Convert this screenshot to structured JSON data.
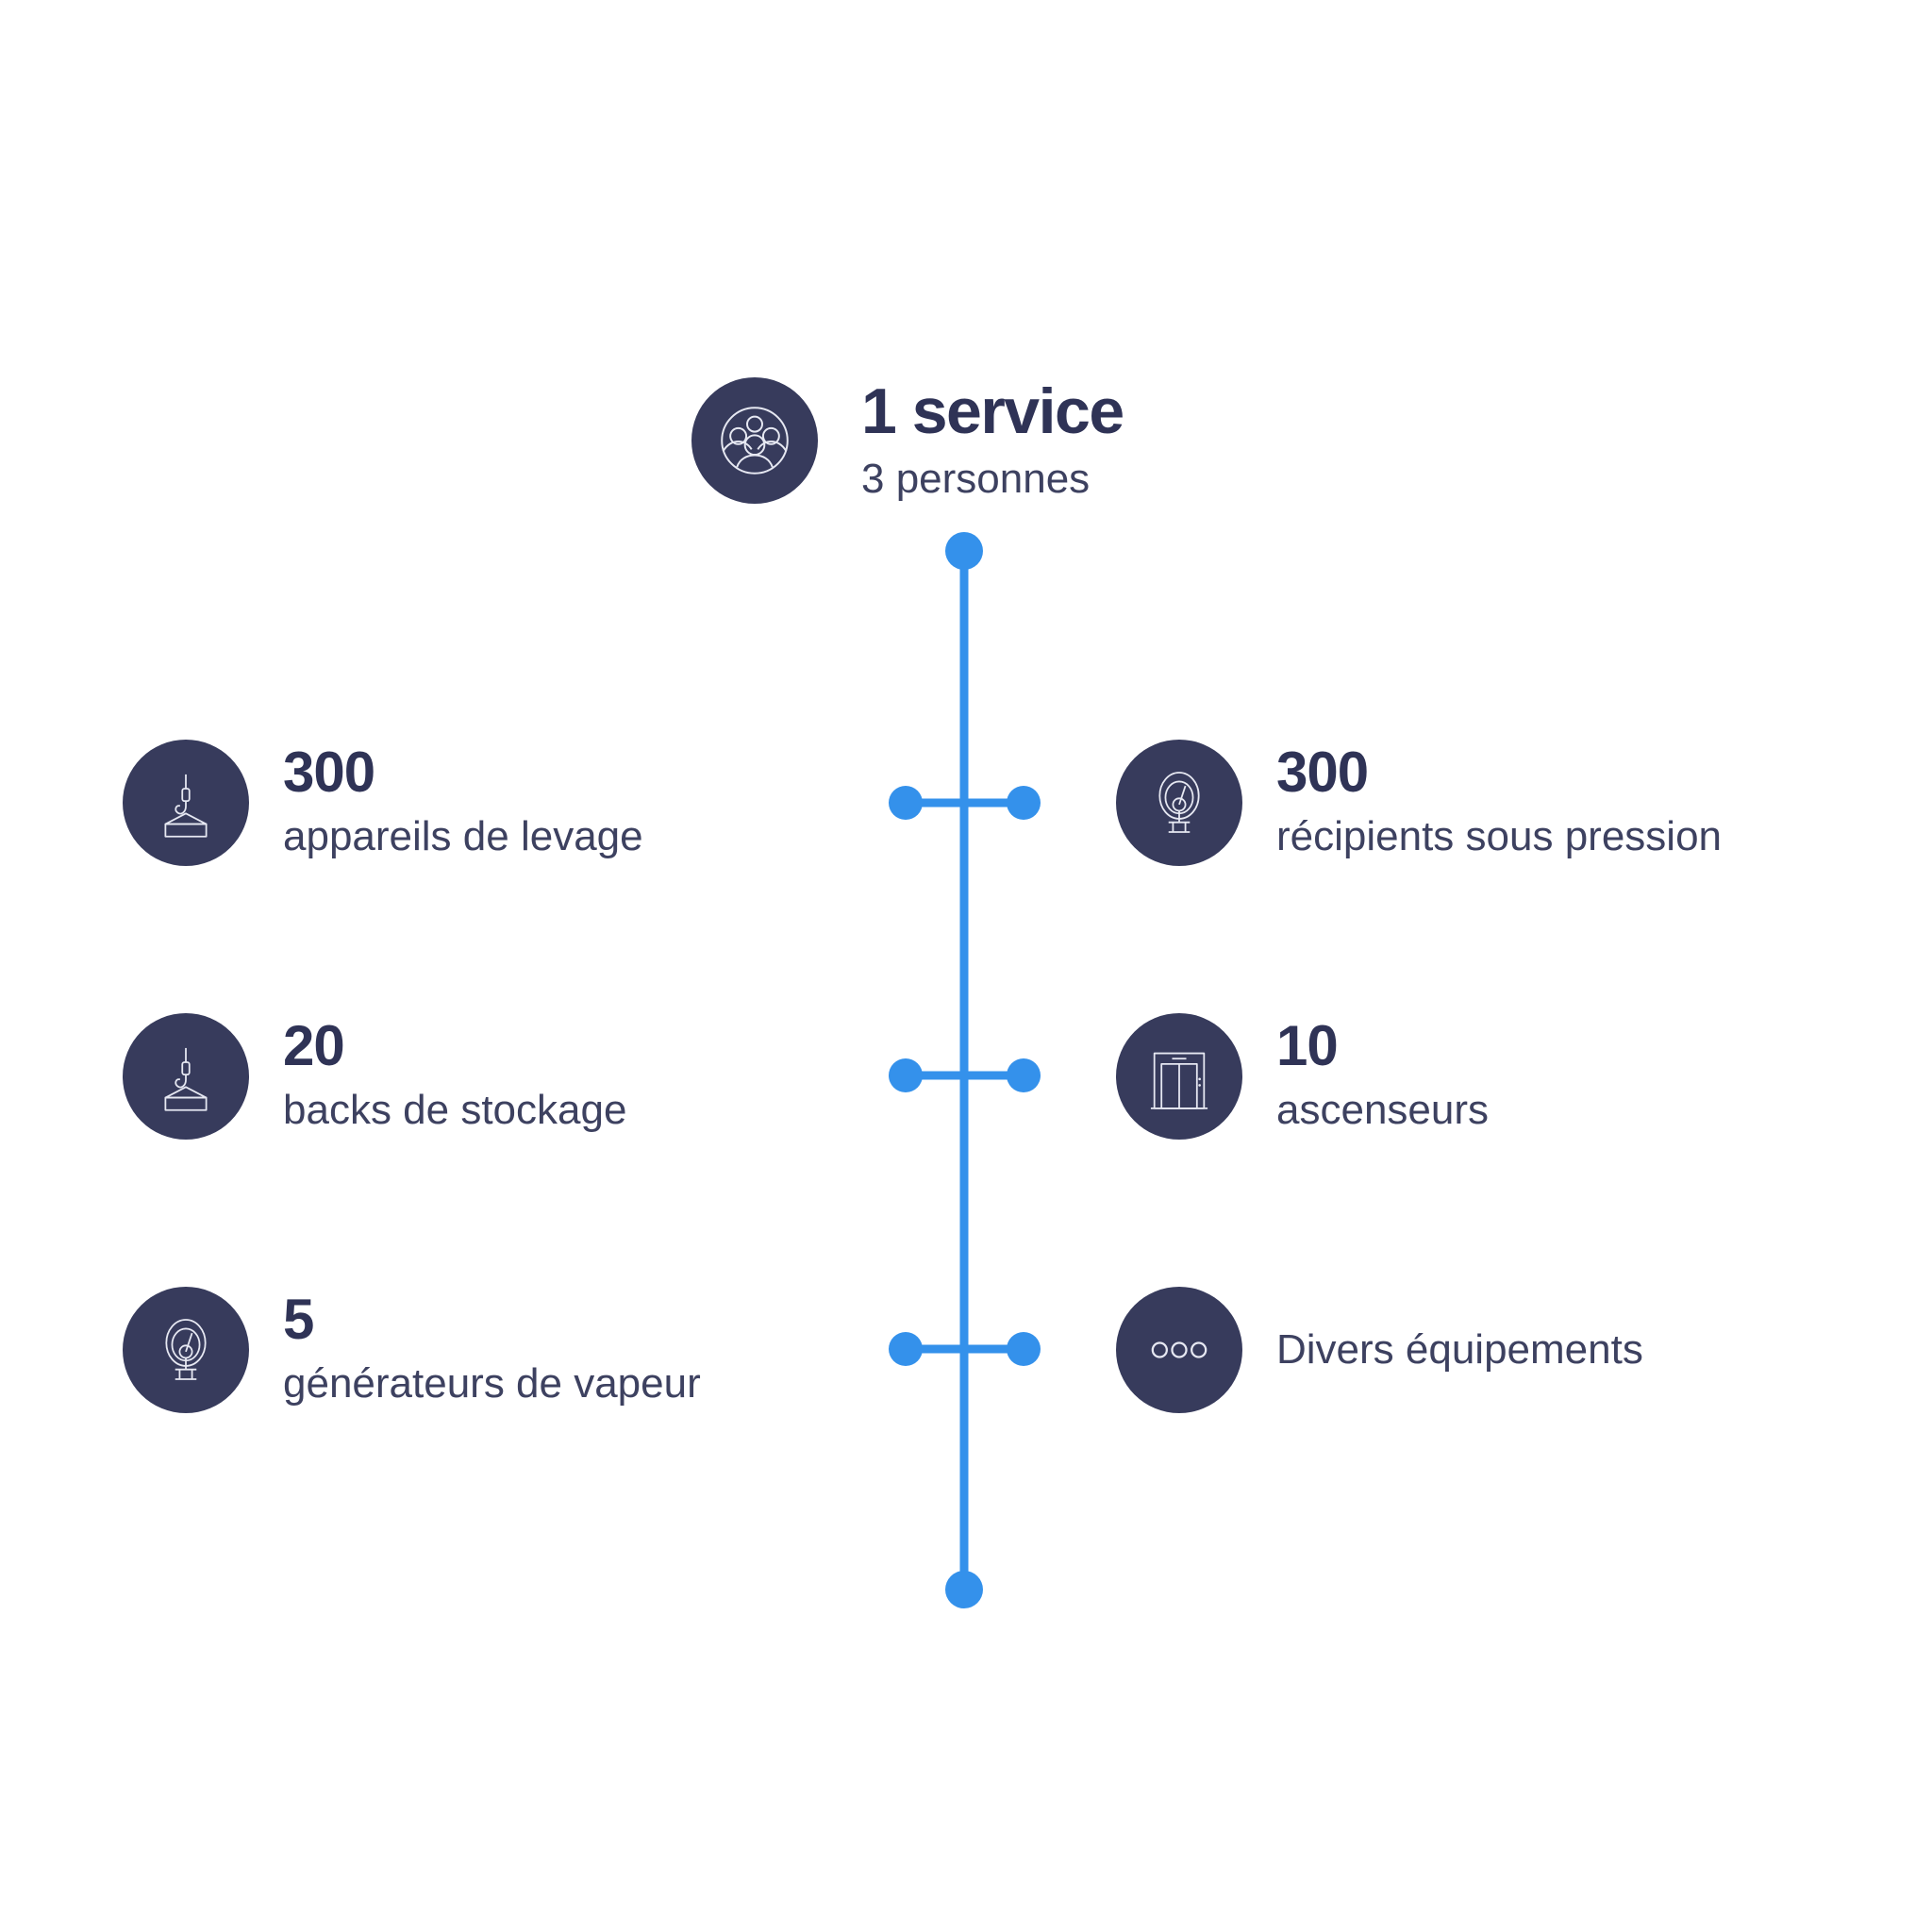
{
  "colors": {
    "background": "#ffffff",
    "navy": "#373b5c",
    "accent_blue": "#3491eb",
    "text_dark": "#2f3356"
  },
  "header": {
    "icon": "people-group-icon",
    "title": "1 service",
    "subtitle": "3 personnes"
  },
  "timeline": {
    "orientation": "vertical",
    "line_color": "#3491eb",
    "top_dot": true,
    "bottom_dot": true,
    "branch_count": 3
  },
  "left_column": [
    {
      "icon": "lifting-hook-icon",
      "number": "300",
      "label": "appareils de levage"
    },
    {
      "icon": "lifting-hook-icon",
      "number": "20",
      "label": "backs de stockage"
    },
    {
      "icon": "pressure-gauge-icon",
      "number": "5",
      "label": "générateurs de vapeur"
    }
  ],
  "right_column": [
    {
      "icon": "pressure-gauge-icon",
      "number": "300",
      "label": "récipients sous pression"
    },
    {
      "icon": "elevator-icon",
      "number": "10",
      "label": "ascenseurs"
    },
    {
      "icon": "three-dots-icon",
      "number": "",
      "label": "Divers équipements"
    }
  ]
}
